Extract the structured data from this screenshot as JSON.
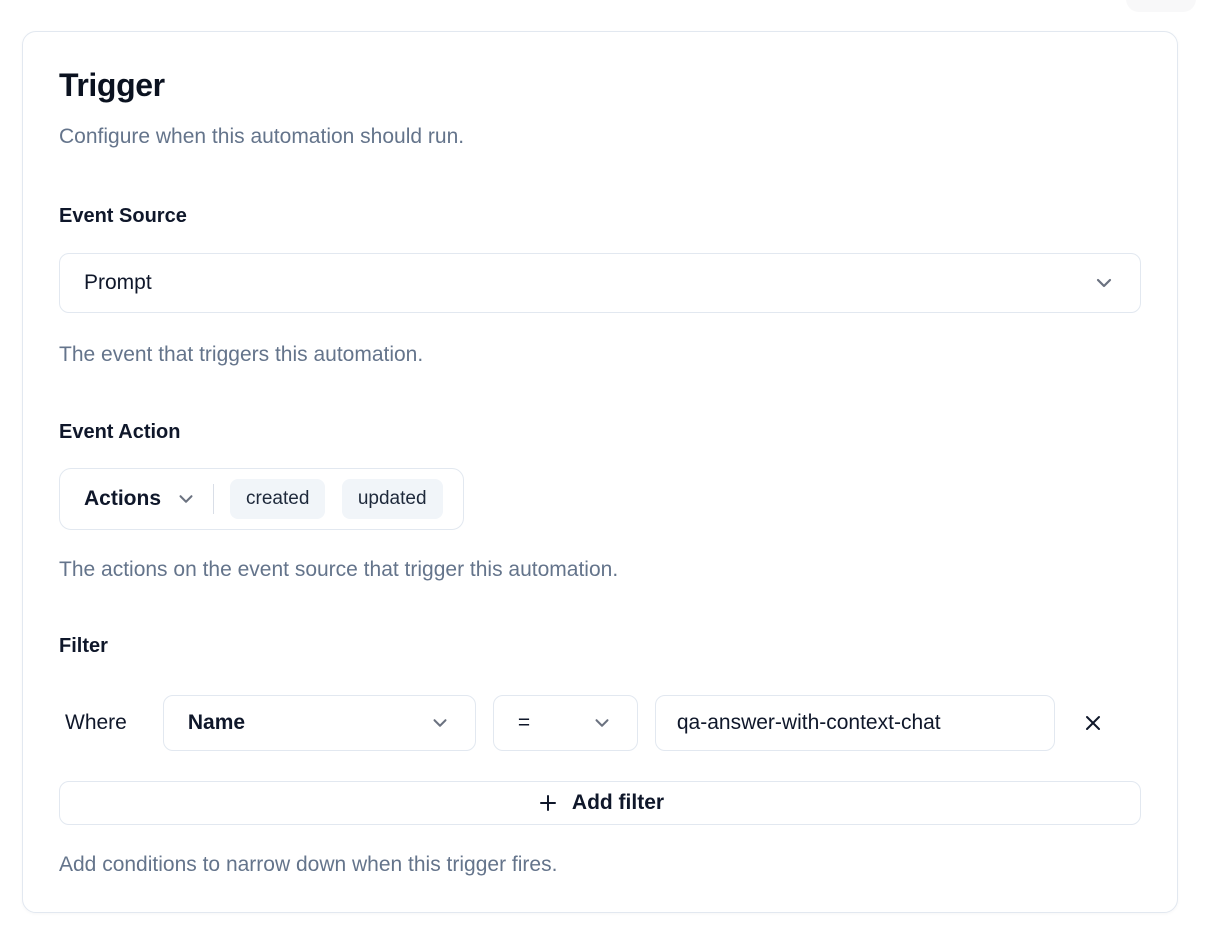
{
  "card": {
    "title": "Trigger",
    "subtitle": "Configure when this automation should run.",
    "sections": {
      "event_source": {
        "label": "Event Source",
        "select_value": "Prompt",
        "help": "The event that triggers this automation."
      },
      "event_action": {
        "label": "Event Action",
        "dropdown_label": "Actions",
        "tags": [
          "created",
          "updated"
        ],
        "help": "The actions on the event source that trigger this automation."
      },
      "filter": {
        "label": "Filter",
        "where_label": "Where",
        "field_select_value": "Name",
        "operator_select_value": "=",
        "value_input": "qa-answer-with-context-chat",
        "add_filter_label": "Add filter",
        "help": "Add conditions to narrow down when this trigger fires."
      }
    }
  },
  "icons": {
    "chevron_down": "chevron-down",
    "plus": "plus",
    "close": "x"
  },
  "colors": {
    "text_dark": "#0f172a",
    "text_muted": "#64748b",
    "border": "#e2e8f0",
    "tag_background": "#f1f5f9",
    "card_background": "#ffffff"
  }
}
